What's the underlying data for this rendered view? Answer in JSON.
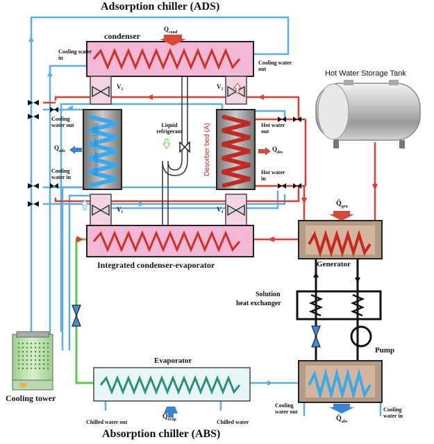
{
  "titles": {
    "ads": "Adsorption chiller (ADS)",
    "abs": "Absorption chiller (ABS)"
  },
  "components": {
    "condenser": "condenser",
    "integrated": "Integrated condenser-evaporator",
    "generator": "Generator",
    "solution_hx_line1": "Solution",
    "solution_hx_line2": "heat exchanger",
    "pump": "Pump",
    "evaporator": "Evaporator",
    "cooling_tower": "Cooling tower",
    "tank": "Hot Water Storage Tank",
    "adsorber_bed": "Adsorber bed (B)",
    "desorber_bed": "Desorber bed (A)",
    "liquid_refrigerant": "Liquid refrigerant"
  },
  "valves": {
    "v1": "V₁",
    "v2": "V₂",
    "v3": "V₃",
    "v4": "V₄"
  },
  "streams": {
    "cw_in_condenser": "Cooling water in",
    "cw_out_condenser": "Cooling water out",
    "cw_out_bed": "Cooling water out",
    "cw_in_bed": "Cooling water in",
    "hw_out_bed": "Hot water out",
    "hw_in_bed": "Hot water in",
    "chilled_out": "Chilled water out",
    "chilled_in": "Chilled water",
    "cw_out_abs": "Cooling water out",
    "cw_in_abs": "Cooling water in"
  },
  "heat_flows": {
    "q_cond": {
      "q": "Q",
      "sub": "cond"
    },
    "q_ads": {
      "q": "Q",
      "sub": "ads"
    },
    "q_des": {
      "q": "Q",
      "sub": "des"
    },
    "q_gen": {
      "q": "Q̇",
      "sub": "gen"
    },
    "q_evap": {
      "q": "Q",
      "sub": "evap"
    },
    "q_abs": {
      "q": "Q̇",
      "sub": "abs"
    }
  },
  "colors": {
    "hot": "#e63a2c",
    "cold": "#5aaee6",
    "green": "#5cc84a",
    "pink": "#f3b8d6",
    "black": "#111111",
    "valve_blue": "#3f8fd8"
  }
}
